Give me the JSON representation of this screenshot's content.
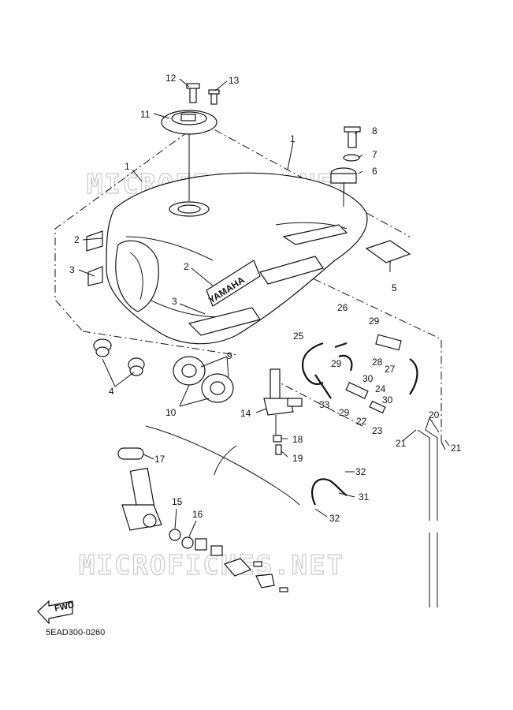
{
  "diagram": {
    "code": "5EAD300-0260",
    "brand_label": "YAMAHA",
    "fwd_label": "FWD",
    "watermark_text": "MICROFICHES.NET",
    "part_labels": [
      {
        "id": "p1a",
        "text": "1"
      },
      {
        "id": "p1b",
        "text": "1"
      },
      {
        "id": "p2a",
        "text": "2"
      },
      {
        "id": "p2b",
        "text": "2"
      },
      {
        "id": "p3a",
        "text": "3"
      },
      {
        "id": "p3b",
        "text": "3"
      },
      {
        "id": "p4",
        "text": "4"
      },
      {
        "id": "p5",
        "text": "5"
      },
      {
        "id": "p6",
        "text": "6"
      },
      {
        "id": "p7",
        "text": "7"
      },
      {
        "id": "p8",
        "text": "8"
      },
      {
        "id": "p9",
        "text": "9"
      },
      {
        "id": "p10",
        "text": "10"
      },
      {
        "id": "p11",
        "text": "11"
      },
      {
        "id": "p12",
        "text": "12"
      },
      {
        "id": "p13",
        "text": "13"
      },
      {
        "id": "p14",
        "text": "14"
      },
      {
        "id": "p15",
        "text": "15"
      },
      {
        "id": "p16",
        "text": "16"
      },
      {
        "id": "p17",
        "text": "17"
      },
      {
        "id": "p18",
        "text": "18"
      },
      {
        "id": "p19",
        "text": "19"
      },
      {
        "id": "p20",
        "text": "20"
      },
      {
        "id": "p21a",
        "text": "21"
      },
      {
        "id": "p21b",
        "text": "21"
      },
      {
        "id": "p22",
        "text": "22"
      },
      {
        "id": "p23",
        "text": "23"
      },
      {
        "id": "p24",
        "text": "24"
      },
      {
        "id": "p25",
        "text": "25"
      },
      {
        "id": "p26",
        "text": "26"
      },
      {
        "id": "p27",
        "text": "27"
      },
      {
        "id": "p28",
        "text": "28"
      },
      {
        "id": "p29a",
        "text": "29"
      },
      {
        "id": "p29b",
        "text": "29"
      },
      {
        "id": "p29c",
        "text": "29"
      },
      {
        "id": "p30a",
        "text": "30"
      },
      {
        "id": "p30b",
        "text": "30"
      },
      {
        "id": "p31",
        "text": "31"
      },
      {
        "id": "p32a",
        "text": "32"
      },
      {
        "id": "p32b",
        "text": "32"
      },
      {
        "id": "p33",
        "text": "33"
      }
    ]
  }
}
